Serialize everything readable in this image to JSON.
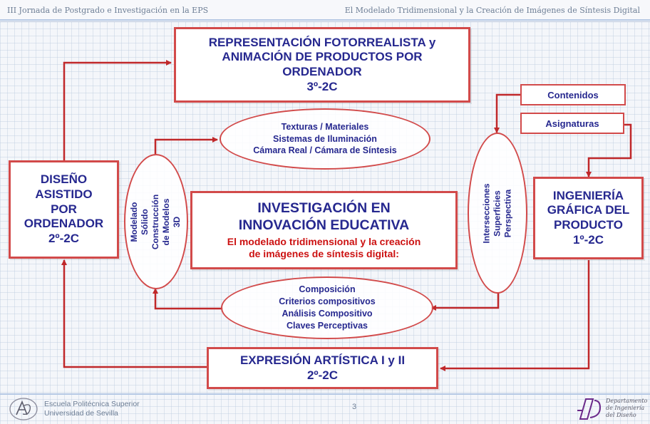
{
  "header": {
    "left": "III Jornada de Postgrado e Investigación en la EPS",
    "right": "El Modelado Tridimensional y la Creación de Imágenes de Síntesis Digital"
  },
  "boxes": {
    "top": {
      "lines": [
        "REPRESENTACIÓN FOTORREALISTA y",
        "ANIMACIÓN  DE PRODUCTOS POR",
        "ORDENADOR",
        "3º-2C"
      ]
    },
    "left": {
      "lines": [
        "DISEÑO",
        "ASISTIDO",
        "POR",
        "ORDENADOR",
        "2º-2C"
      ]
    },
    "right": {
      "lines": [
        "INGENIERÍA",
        "GRÁFICA DEL",
        "PRODUCTO",
        "1º-2C"
      ]
    },
    "bottom": {
      "lines": [
        "EXPRESIÓN ARTÍSTICA  I y II",
        "2º-2C"
      ]
    },
    "center": {
      "title_lines": [
        "INVESTIGACIÓN EN",
        "INNOVACIÓN EDUCATIVA"
      ],
      "subtitle_lines": [
        "El modelado  tridimensional  y la creación",
        "de imágenes  de síntesis digital:"
      ],
      "title_color": "#26288f",
      "subtitle_color": "#cc1111"
    }
  },
  "tags": {
    "contenidos": "Contenidos",
    "asignaturas": "Asignaturas"
  },
  "ellipses": {
    "top": [
      "Texturas / Materiales",
      "Sistemas de Iluminación",
      "Cámara Real / Cámara de Síntesis"
    ],
    "bottom": [
      "Composición",
      "Criterios compositivos",
      "Análisis Compositivo",
      "Claves Perceptivas"
    ],
    "left": [
      "Modelado",
      "Sólido",
      "Construcción",
      "de Modelos",
      "3D"
    ],
    "right": [
      "Intersecciones",
      "Superficies",
      "Perspectiva"
    ]
  },
  "footer": {
    "school_lines": [
      "Escuela Politécnica Superior",
      "Universidad de Sevilla"
    ],
    "page_number": "3",
    "dept_logo_lines": [
      "Departamento",
      "de Ingeniería",
      "del Diseño"
    ]
  },
  "colors": {
    "border": "#d24a4a",
    "arrow": "#c0282a",
    "text": "#26288f"
  }
}
